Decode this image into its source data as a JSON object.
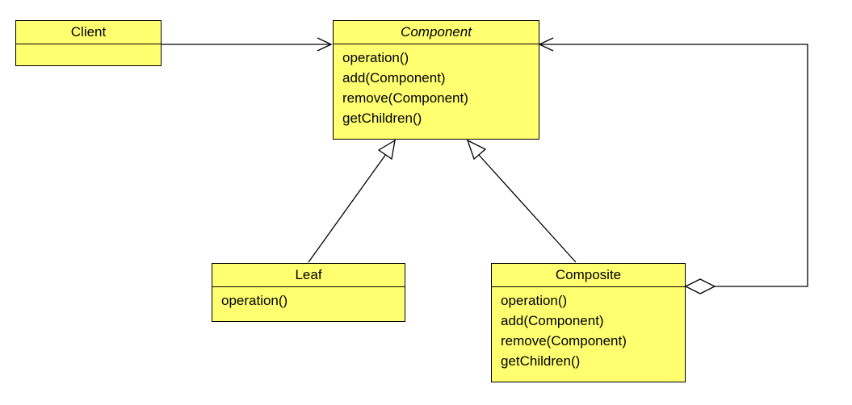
{
  "diagram": {
    "classes": {
      "client": {
        "name": "Client",
        "operations": []
      },
      "component": {
        "name": "Component",
        "abstract": true,
        "operations": [
          "operation()",
          "add(Component)",
          "remove(Component)",
          "getChildren()"
        ]
      },
      "leaf": {
        "name": "Leaf",
        "operations": [
          "operation()"
        ]
      },
      "composite": {
        "name": "Composite",
        "operations": [
          "operation()",
          "add(Component)",
          "remove(Component)",
          "getChildren()"
        ]
      }
    },
    "relationships": [
      {
        "from": "client",
        "to": "component",
        "type": "association"
      },
      {
        "from": "leaf",
        "to": "component",
        "type": "generalization"
      },
      {
        "from": "composite",
        "to": "component",
        "type": "generalization"
      },
      {
        "from": "composite",
        "to": "component",
        "type": "aggregation"
      }
    ],
    "colors": {
      "class_fill": "#ffff70",
      "line": "#000000"
    }
  }
}
